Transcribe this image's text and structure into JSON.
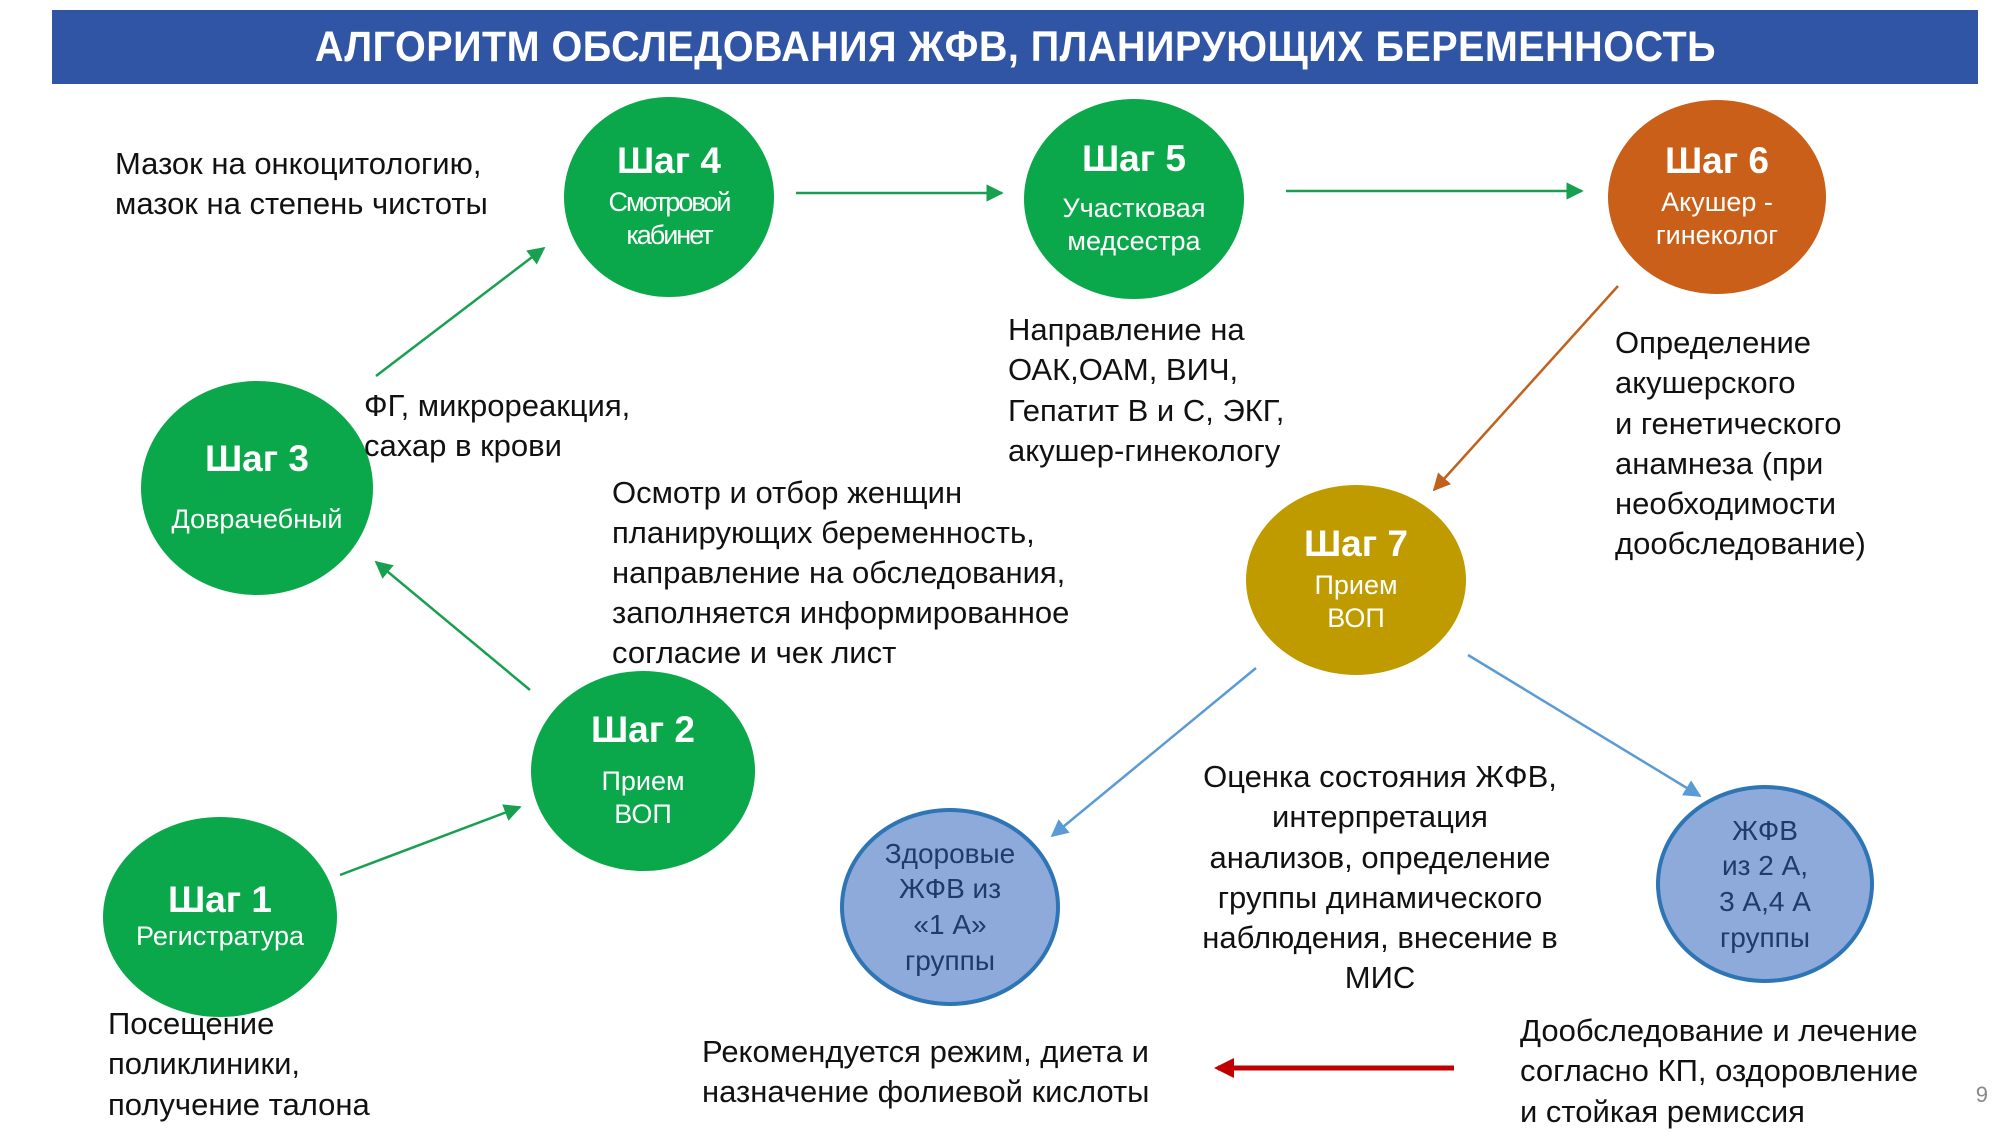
{
  "title": "АЛГОРИТМ ОБСЛЕДОВАНИЯ ЖФВ, ПЛАНИРУЮЩИХ БЕРЕМЕННОСТЬ",
  "page_number": "9",
  "steps": {
    "step1": {
      "title": "Шаг 1",
      "subtitle": "Регистратура",
      "note": "Посещение\nполиклиники,\nполучение талона"
    },
    "step2": {
      "title": "Шаг 2",
      "subtitle": "Прием\nВОП",
      "note": "Осмотр и отбор женщин\nпланирующих  беременность,\nнаправление на обследования,\nзаполняется информированное\nсогласие и чек лист"
    },
    "step3": {
      "title": "Шаг 3",
      "subtitle": "Доврачебный",
      "note": "ФГ, микрореакция,\nсахар в крови"
    },
    "step4": {
      "title": "Шаг 4",
      "subtitle": "Смотровой\nкабинет",
      "note": "Мазок на онкоцитологию,\nмазок на степень чистоты"
    },
    "step5": {
      "title": "Шаг 5",
      "subtitle": "Участковая\nмедсестра",
      "note": "Направление на\nОАК,ОАМ, ВИЧ,\nГепатит В и С, ЭКГ,\nакушер-гинекологу"
    },
    "step6": {
      "title": "Шаг 6",
      "subtitle": "Акушер -\nгинеколог",
      "note": "Определение\nакушерского\nи  генетического\nанамнеза (при\nнеобходимости\nдообследование)"
    },
    "step7": {
      "title": "Шаг 7",
      "subtitle": "Прием\nВОП",
      "note": "Оценка состояния ЖФВ,\nинтерпретация\nанализов, определение\nгруппы динамического\nнаблюдения, внесение в\nМИС"
    }
  },
  "groups": {
    "healthy": {
      "label": "Здоровые\nЖФВ из\n«1 А»\nгруппы",
      "note": "Рекомендуется режим, диета и\nназначение фолиевой кислоты"
    },
    "risk": {
      "label": "ЖФВ\nиз  2 А,\n3 А,4 А\nгруппы",
      "note": "Дообследование и лечение\nсогласно КП, оздоровление\nи стойкая ремиссия"
    }
  },
  "colors": {
    "banner": "#2f55a4",
    "step_green": "#0aa84a",
    "step_orange": "#c95f18",
    "step_gold": "#bf9b00",
    "group_blue": "#8eaadb",
    "arrow_green": "#18a050",
    "arrow_orange": "#c0621e",
    "arrow_blue": "#5b9bd5",
    "arrow_red": "#c00000"
  }
}
